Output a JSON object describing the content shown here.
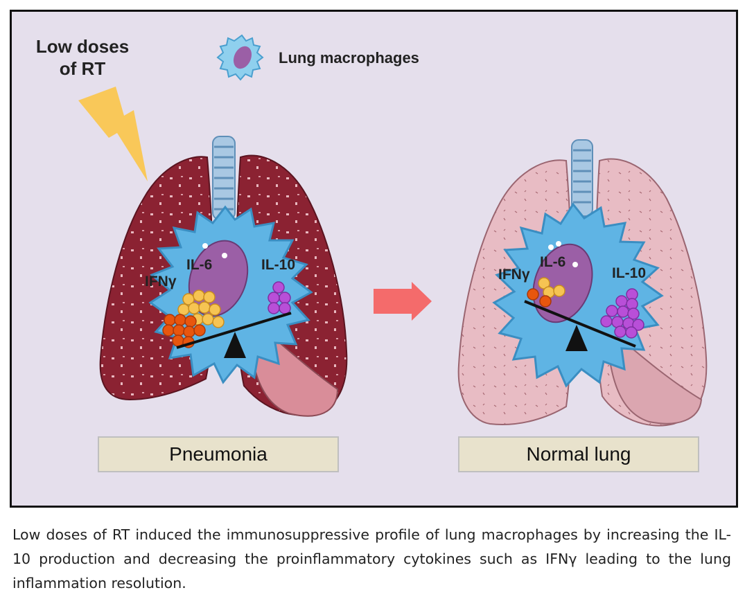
{
  "figure": {
    "trigger_label_line1": "Low doses",
    "trigger_label_line2": "of RT",
    "legend": {
      "icon": "macrophage-icon",
      "label": "Lung macrophages"
    },
    "left_panel": {
      "caption": "Pneumonia",
      "cytokines": {
        "ifn": "IFNγ",
        "il6": "IL-6",
        "il10": "IL-10"
      }
    },
    "right_panel": {
      "caption": "Normal lung",
      "cytokines": {
        "ifn": "IFNγ",
        "il6": "IL-6",
        "il10": "IL-10"
      }
    },
    "colors": {
      "background": "#e5dfec",
      "inflamed_lung": "#8b2232",
      "normal_lung": "#e8bcc4",
      "macrophage": "#5fb4e4",
      "nucleus": "#9b5fa6",
      "il6": "#f6c453",
      "ifn": "#e8560e",
      "il10": "#b84fd8",
      "arrow": "#f46b6b",
      "lightning": "#f9c859"
    }
  },
  "caption_text": "Low doses of RT induced the immunosuppressive profile of lung macrophages by increasing the IL-10 production and decreasing the proinflammatory cytokines such as IFNγ leading to the lung inflammation resolution."
}
